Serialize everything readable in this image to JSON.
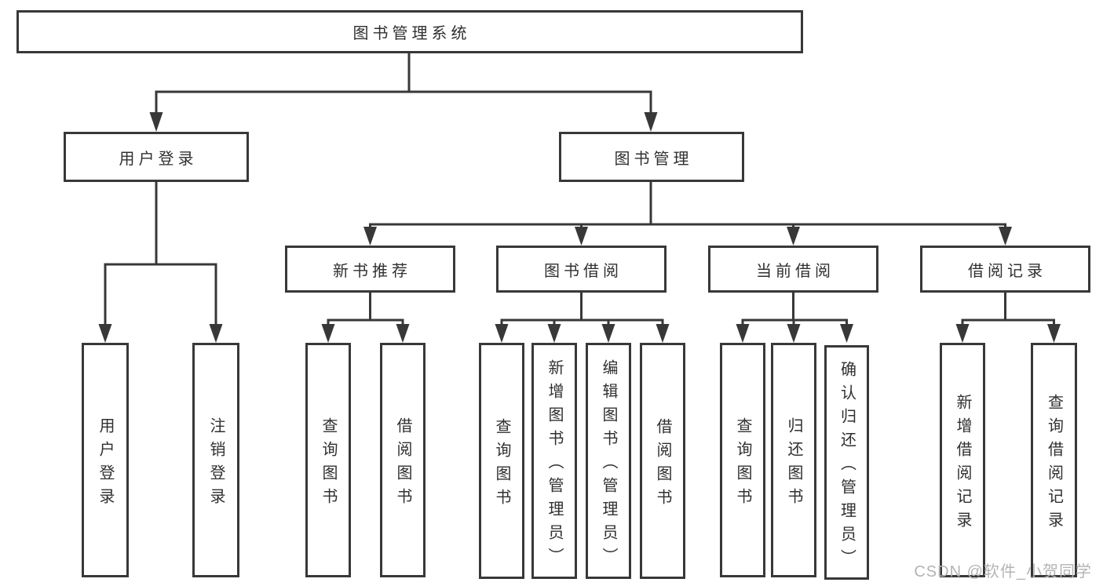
{
  "colors": {
    "line": "#383838",
    "text": "#303030",
    "box_bg": "#ffffff",
    "watermark": "#b4b4b4",
    "background": "#ffffff"
  },
  "watermark": "CSDN @软件_小贺同学",
  "tree": {
    "root": {
      "label": "图书管理系统",
      "children": [
        {
          "label": "用户登录",
          "children": [
            {
              "label": "用户登录"
            },
            {
              "label": "注销登录"
            }
          ]
        },
        {
          "label": "图书管理",
          "children": [
            {
              "label": "新书推荐",
              "children": [
                {
                  "label": "查询图书"
                },
                {
                  "label": "借阅图书"
                }
              ]
            },
            {
              "label": "图书借阅",
              "children": [
                {
                  "label": "查询图书"
                },
                {
                  "label": "新增图书（管理员）"
                },
                {
                  "label": "编辑图书（管理员）"
                },
                {
                  "label": "借阅图书"
                }
              ]
            },
            {
              "label": "当前借阅",
              "children": [
                {
                  "label": "查询图书"
                },
                {
                  "label": "归还图书"
                },
                {
                  "label": "确认归还（管理员）"
                }
              ]
            },
            {
              "label": "借阅记录",
              "children": [
                {
                  "label": "新增借阅记录"
                },
                {
                  "label": "查询借阅记录"
                }
              ]
            }
          ]
        }
      ]
    }
  }
}
